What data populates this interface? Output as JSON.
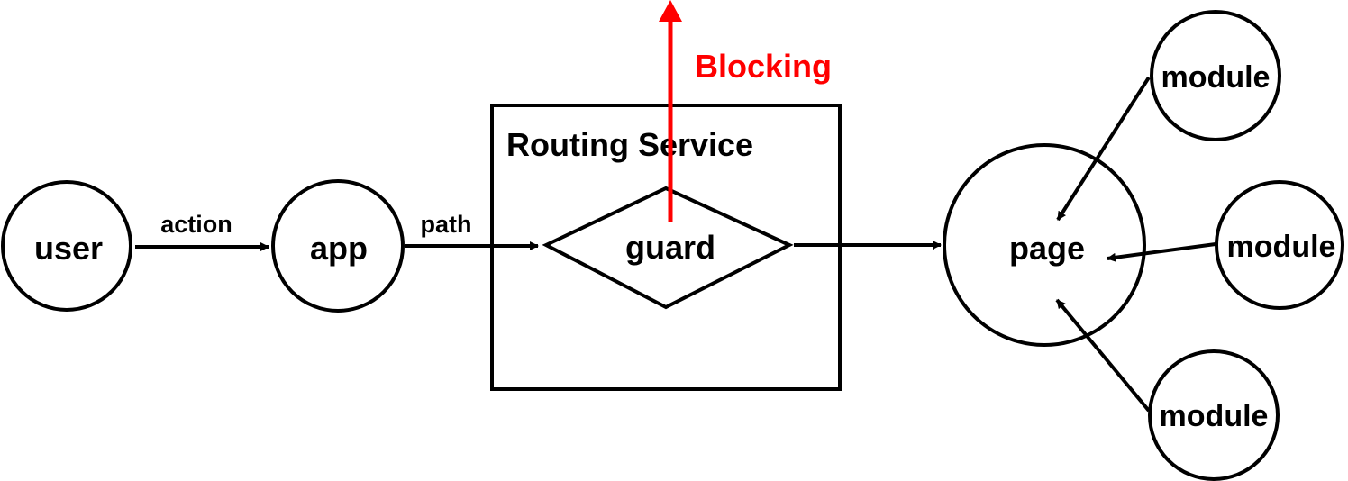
{
  "colors": {
    "stroke": "#000000",
    "blocking": "#ff0000",
    "background": "#ffffff"
  },
  "nodes": {
    "user": "user",
    "app": "app",
    "guard": "guard",
    "page": "page",
    "modules": [
      "module",
      "module",
      "module"
    ]
  },
  "container": {
    "title": "Routing Service"
  },
  "edges": {
    "user_to_app": "action",
    "app_to_guard": "path",
    "blocking": "Blocking"
  }
}
